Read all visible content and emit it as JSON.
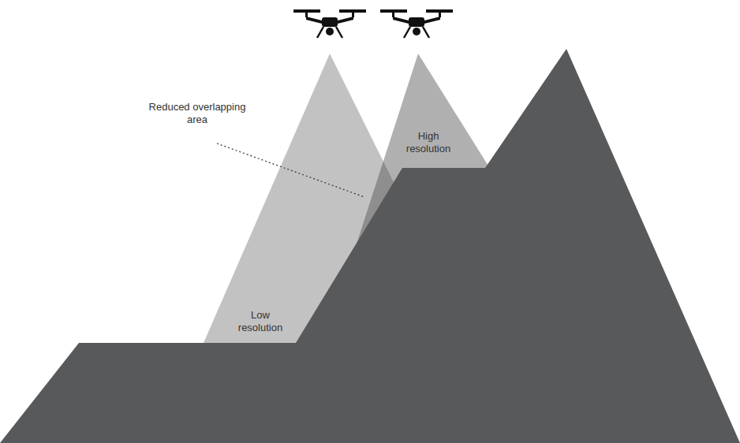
{
  "diagram": {
    "labels": [
      "Reduced overlapping area",
      "High resolution",
      "Low resolution"
    ]
  }
}
